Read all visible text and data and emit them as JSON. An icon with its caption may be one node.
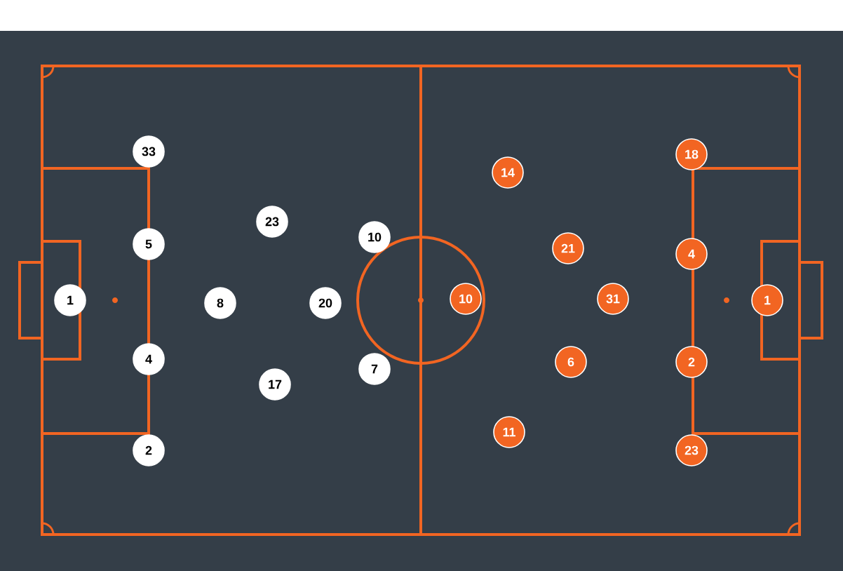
{
  "diagram": {
    "nodes": [
      {
        "text": [
          "33"
        ]
      },
      {
        "text": [
          "18"
        ]
      },
      {
        "text": [
          "14"
        ]
      },
      {
        "text": [
          "23"
        ]
      },
      {
        "text": [
          "10"
        ]
      },
      {
        "text": [
          "5"
        ]
      },
      {
        "text": [
          "21"
        ]
      },
      {
        "text": [
          "4"
        ]
      },
      {
        "text": [
          "1"
        ]
      },
      {
        "text": [
          "8"
        ]
      },
      {
        "text": [
          "20"
        ]
      },
      {
        "text": [
          "10"
        ]
      },
      {
        "text": [
          "31"
        ]
      },
      {
        "text": [
          "1"
        ]
      },
      {
        "text": [
          "4"
        ]
      },
      {
        "text": [
          "6"
        ]
      },
      {
        "text": [
          "2"
        ]
      },
      {
        "text": [
          "7"
        ]
      },
      {
        "text": [
          "17"
        ]
      },
      {
        "text": [
          "11"
        ]
      },
      {
        "text": [
          "2"
        ]
      },
      {
        "text": [
          "23"
        ]
      }
    ]
  }
}
